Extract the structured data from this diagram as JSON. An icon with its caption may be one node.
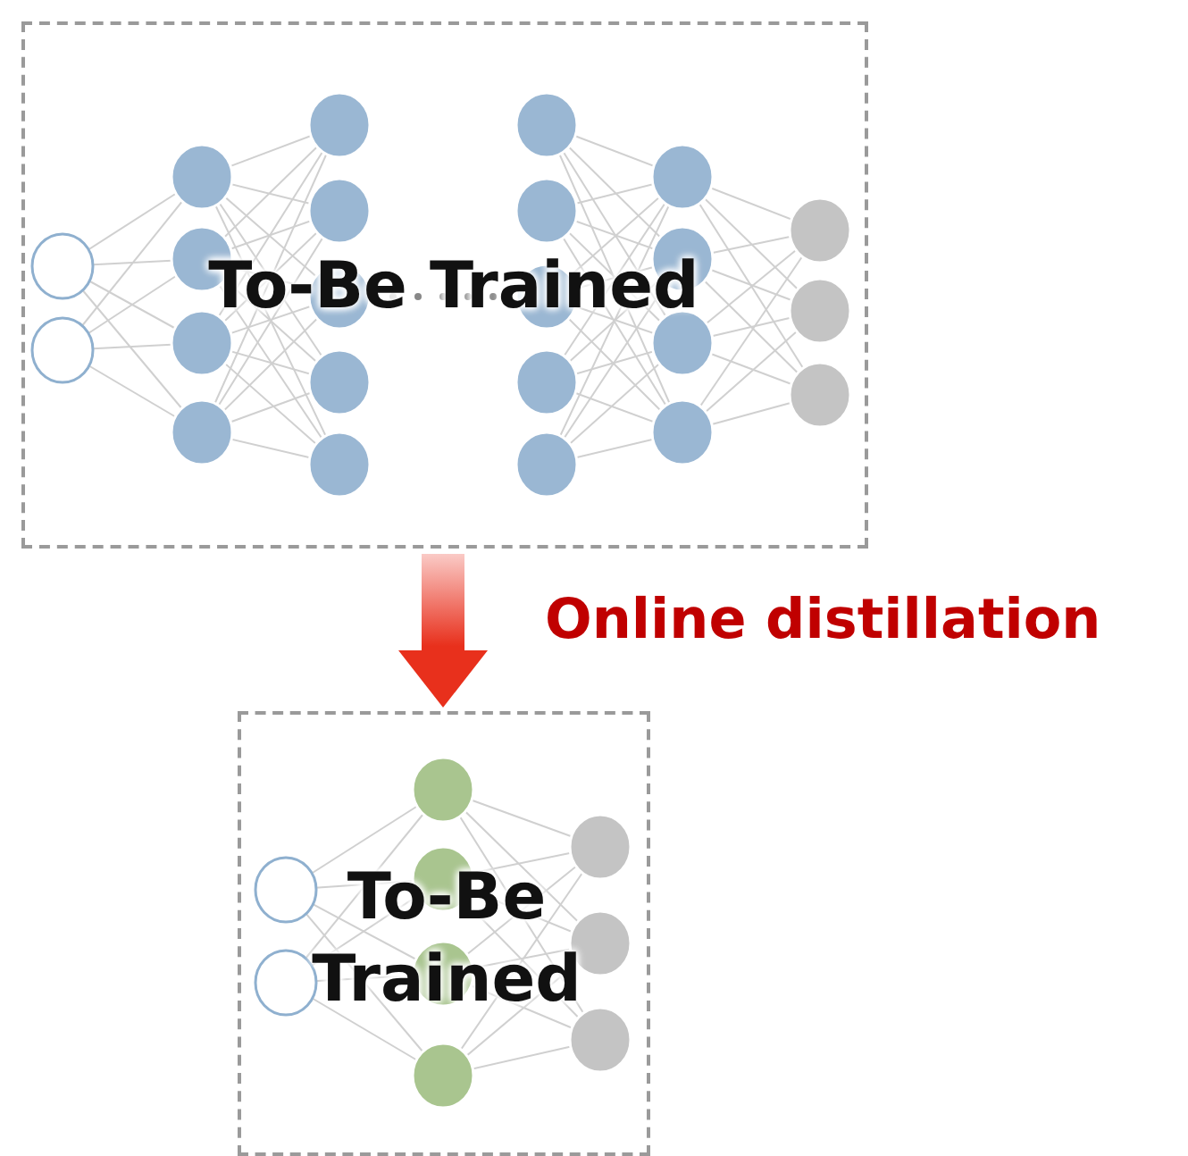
{
  "diagram": {
    "nodes": [
      {
        "text": [
          "To-Be Trained"
        ]
      },
      {
        "text": [
          "To-Be Trained"
        ]
      }
    ],
    "edges": [
      {
        "from": 0,
        "to": 1,
        "arrow": "to",
        "label": "Online distillation",
        "style": "thick",
        "color": "#e8301c"
      }
    ]
  }
}
